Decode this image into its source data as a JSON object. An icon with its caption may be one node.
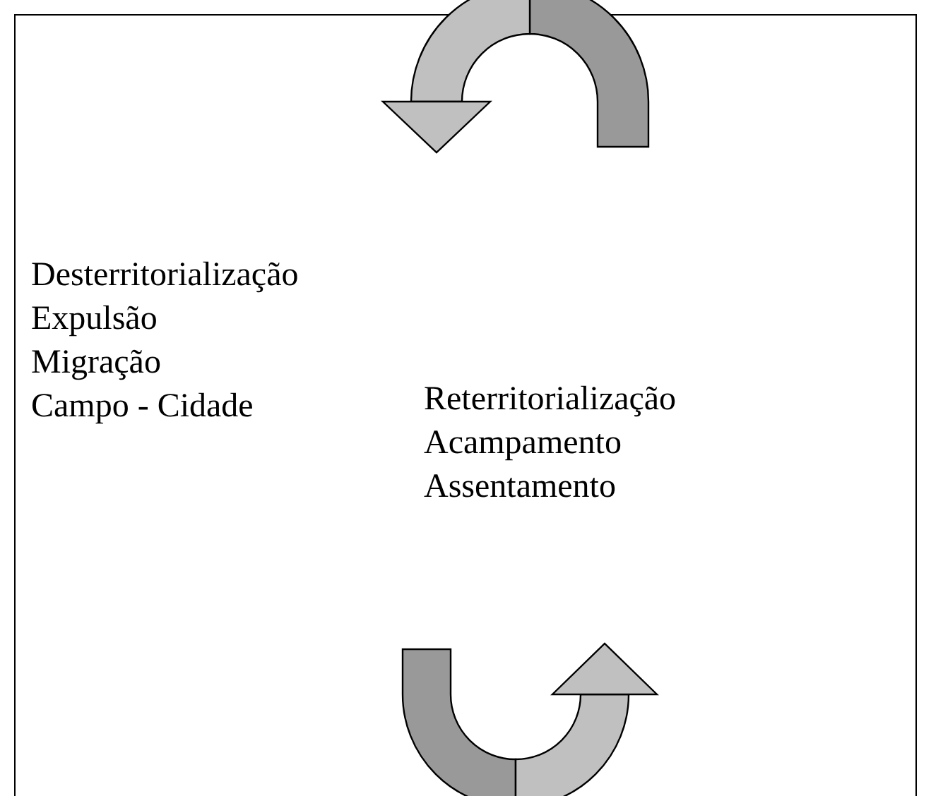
{
  "diagram": {
    "labels": [
      "Desterritorialização",
      "Expulsão",
      "Migração",
      "Campo - Cidade",
      "Reterritorialização",
      "Acampamento",
      "Assentamento"
    ]
  }
}
